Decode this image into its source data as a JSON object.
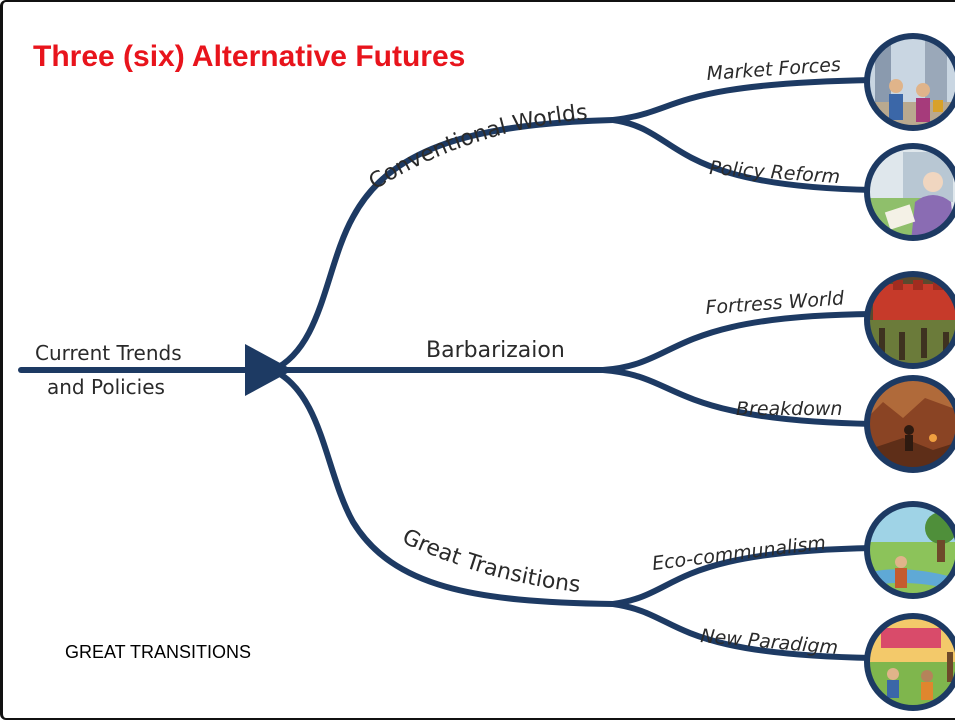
{
  "title": "Three (six) Alternative Futures",
  "caption": "GREAT TRANSITIONS",
  "root": {
    "line1": "Current Trends",
    "line2": "and Policies"
  },
  "branches": [
    {
      "label": "Conventional Worlds",
      "children": [
        "Market Forces",
        "Policy Reform"
      ]
    },
    {
      "label": "Barbarizaion",
      "children": [
        "Fortress World",
        "Breakdown"
      ]
    },
    {
      "label": "Great Transitions",
      "children": [
        "Eco-communalism",
        "New Paradigm"
      ]
    }
  ],
  "colors": {
    "title": "#e8141c",
    "line": "#1d3a63",
    "text": "#2a2a2a"
  }
}
